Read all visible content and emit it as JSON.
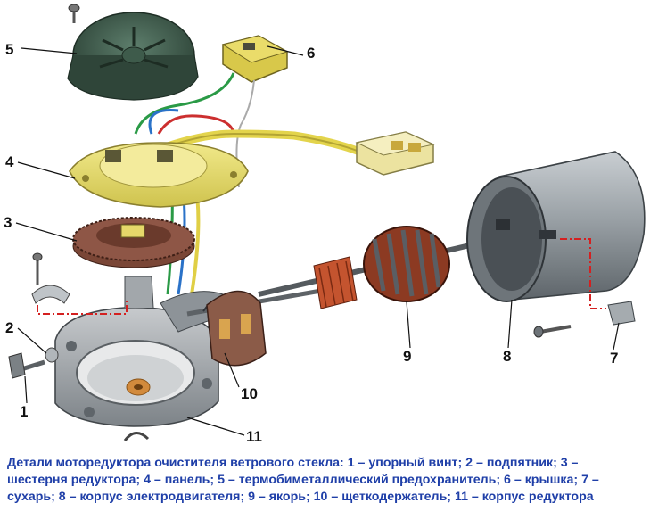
{
  "caption": "Детали моторедуктора очистителя ветрового стекла: 1 – упорный винт; 2 – подпятник; 3 – шестерня редуктора; 4 – панель; 5 – термобиметаллический предохранитель; 6 – крышка; 7 – сухарь; 8 – корпус электродвигателя; 9 – якорь; 10 – щеткодержатель; 11 – корпус редуктора",
  "callouts": {
    "c1": "1",
    "c2": "2",
    "c3": "3",
    "c4": "4",
    "c5": "5",
    "c6": "6",
    "c7": "7",
    "c8": "8",
    "c9": "9",
    "c10": "10",
    "c11": "11"
  },
  "colors": {
    "caption_text": "#1f3fa8",
    "panel_yellow": "#e8de6a",
    "gear_brown": "#6a3a2c",
    "metal_grey": "#9ea4a8",
    "armature_red": "#b24a2a",
    "dash_red": "#d42020"
  }
}
